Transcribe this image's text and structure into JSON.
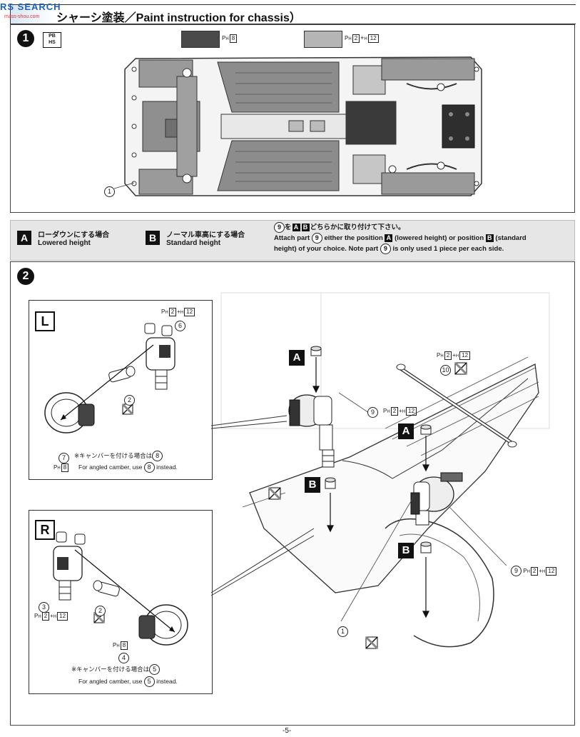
{
  "header": {
    "watermark": "RS SEARCH",
    "watermark_url": "mass-shou.com",
    "title": "シャーシ塗装／Paint instruction for chassis）"
  },
  "step1": {
    "number": "1",
    "color1_label": "8",
    "color2_label_a": "2",
    "color2_label_b": "12",
    "part_callout": "1",
    "colors": {
      "dark": "#4a4a4a",
      "light": "#b5b5b5"
    }
  },
  "options": {
    "a_letter": "A",
    "a_jp": "ローダウンにする場合",
    "a_en": "Lowered height",
    "b_letter": "B",
    "b_jp": "ノーマル車高にする場合",
    "b_en": "Standard height",
    "instr_jp_pre": "を",
    "instr_jp_post": "どちらかに取り付けて下さい。",
    "instr_en_1": "Attach part",
    "instr_en_2": "either the position",
    "instr_en_3": "(lowered height) or position",
    "instr_en_4": "(standard",
    "instr_en_5": "height) of your choice. Note part",
    "instr_en_6": "is only used 1 piece per each side.",
    "part_num": "9"
  },
  "step2": {
    "number": "2",
    "left_panel": {
      "side": "L",
      "part_upright": "6",
      "part_pin": "2",
      "part_disc": "7",
      "paint_top_a": "2",
      "paint_top_b": "12",
      "paint_disc": "8",
      "note_jp": "※キャンバーを付ける場合は",
      "note_en": "For angled camber, use",
      "note_en_post": "instead.",
      "note_part": "8"
    },
    "right_panel": {
      "side": "R",
      "part_upright": "3",
      "part_pin": "2",
      "part_disc": "4",
      "paint_a": "2",
      "paint_b": "12",
      "paint_disc": "8",
      "note_jp": "※キャンバーを付ける場合は",
      "note_en": "For angled camber, use",
      "note_en_post": "instead.",
      "note_part": "5"
    },
    "main": {
      "part_tie_rod": "10",
      "tie_rod_paint_a": "2",
      "tie_rod_paint_b": "12",
      "part_spacer": "9",
      "spacer_paint_a": "2",
      "spacer_paint_b": "12",
      "part_spacer_lower": "9",
      "spacer_lower_paint_a": "2",
      "spacer_lower_paint_b": "12",
      "part_chassis": "1",
      "letter_a": "A",
      "letter_b": "B"
    }
  },
  "footer": {
    "page": "-5-"
  }
}
